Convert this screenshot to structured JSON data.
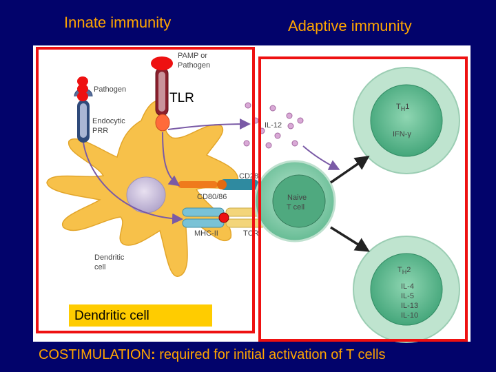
{
  "titles": {
    "left": "Innate immunity",
    "right": "Adaptive immunity"
  },
  "labels": {
    "pamp_line1": "PAMP or",
    "pamp_line2": "Pathogen",
    "pathogen": "Pathogen",
    "endocytic_line1": "Endocytic",
    "endocytic_line2": "PRR",
    "tlr": "TLR",
    "il12": "IL-12",
    "cd28": "CD28",
    "cd80_86": "CD80/86",
    "mhc2": "MHC-II",
    "tcr": "TCR",
    "dendritic_line1": "Dendritic",
    "dendritic_line2": "cell",
    "naive_line1": "Naive",
    "naive_line2": "T cell",
    "th1_sub": "H",
    "th1_num": "1",
    "th1_cytokine": "IFN-γ",
    "th2_sub": "H",
    "th2_num": "2",
    "th2_cyt": [
      "IL-4",
      "IL-5",
      "IL-13",
      "IL-10"
    ],
    "dendritic_box": "Dendritic cell"
  },
  "caption": {
    "bold": "COSTIMULATION",
    "colon": ":",
    "rest": " required for initial activation of T cells"
  },
  "colors": {
    "background": "#02036b",
    "heading": "#ffa500",
    "border": "#ee1111",
    "dendritic": "#f7c14a",
    "tcell": "#7cc9a5"
  }
}
